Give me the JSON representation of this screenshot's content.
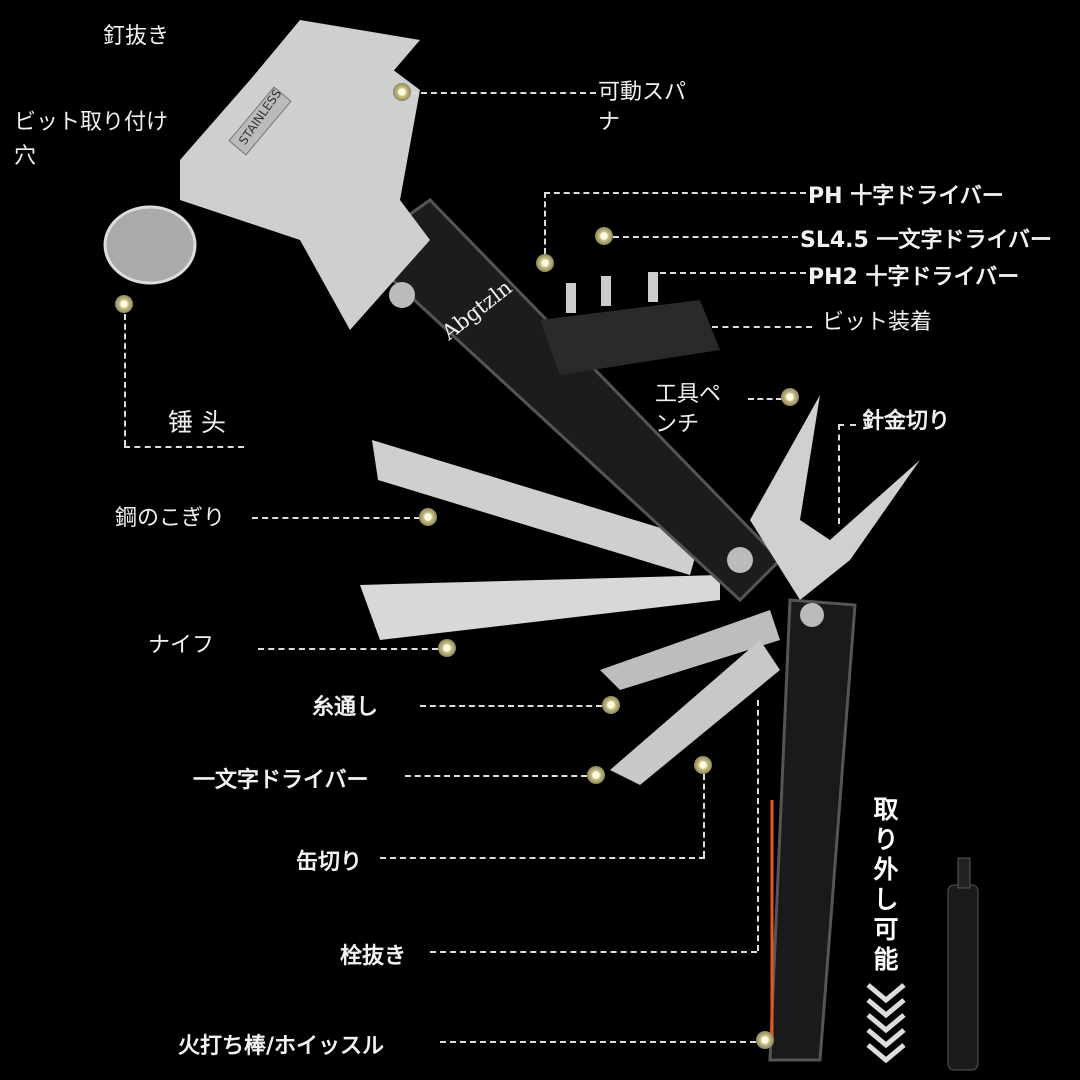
{
  "labels": {
    "nail_puller": "釘抜き",
    "bit_hole_1": "ビット取り付け",
    "bit_hole_2": "穴",
    "wrench_1": "可動スパ",
    "wrench_2": "ナ",
    "ph": "PH 十字ドライバー",
    "sl": "SL4.5 一文字ドライバー",
    "ph2": "PH2 十字ドライバー",
    "bit_mount": "ビット装着",
    "pliers_1": "工具ペ",
    "pliers_2": "ンチ",
    "wire_cutter": "針金切り",
    "hammer": "锤 头",
    "saw": "鋼のこぎり",
    "knife": "ナイフ",
    "threader": "糸通し",
    "flat_driver": "一文字ドライバー",
    "can_opener": "缶切り",
    "bottle_opener": "栓抜き",
    "fire_whistle": "火打ち棒/ホイッスル",
    "removable": "取り外し可能"
  },
  "engraving": "Abgtzln",
  "stamp": "STAINLESS",
  "colors": {
    "background": "#000000",
    "dot": "#c9c08a",
    "accent": "#e05a1e"
  }
}
